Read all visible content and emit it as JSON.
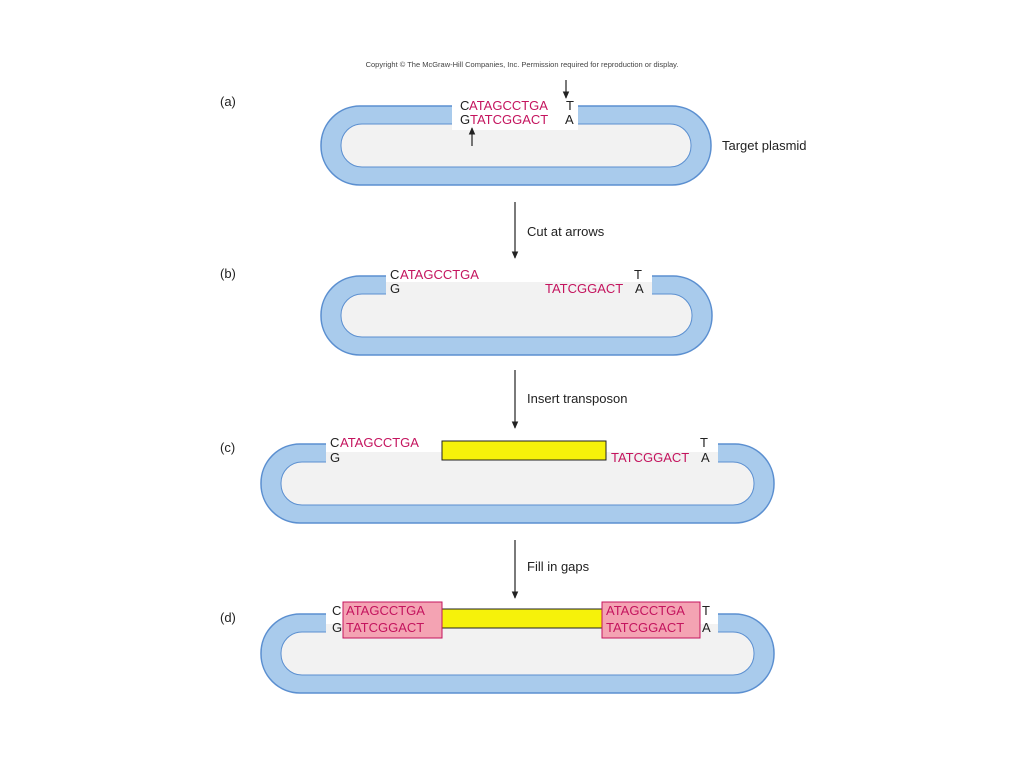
{
  "copyright": "Copyright © The McGraw-Hill Companies, Inc. Permission required for reproduction or display.",
  "panels": {
    "a": {
      "label": "(a)",
      "top_left": "C",
      "top_seq": "ATAGCCTGA",
      "top_right": "T",
      "bot_left": "G",
      "bot_seq": "TATCGGACT",
      "bot_right": "A",
      "plasmid_label": "Target plasmid"
    },
    "b": {
      "label": "(b)",
      "top_left": "C",
      "top_seq": "ATAGCCTGA",
      "top_right": "T",
      "bot_left": "G",
      "bot_seq": "TATCGGACT",
      "bot_right": "A"
    },
    "c": {
      "label": "(c)",
      "top_left": "C",
      "top_seq": "ATAGCCTGA",
      "top_right": "T",
      "bot_left": "G",
      "bot_seq": "TATCGGACT",
      "bot_right": "A"
    },
    "d": {
      "label": "(d)",
      "top_left": "C",
      "left_top_seq": "ATAGCCTGA",
      "left_bot_seq": "TATCGGACT",
      "bot_left": "G",
      "right_top_seq": "ATAGCCTGA",
      "right_bot_seq": "TATCGGACT",
      "top_right": "T",
      "bot_right": "A"
    }
  },
  "steps": [
    "Cut at arrows",
    "Insert transposon",
    "Fill in gaps"
  ],
  "colors": {
    "plasmid": "#a9cbec",
    "plasmid_stroke": "#5b8fd0",
    "interior": "#f2f2f2",
    "sequence": "#c4145e",
    "transposon": "#f6f20a",
    "duplication": "#f4a3b3"
  }
}
